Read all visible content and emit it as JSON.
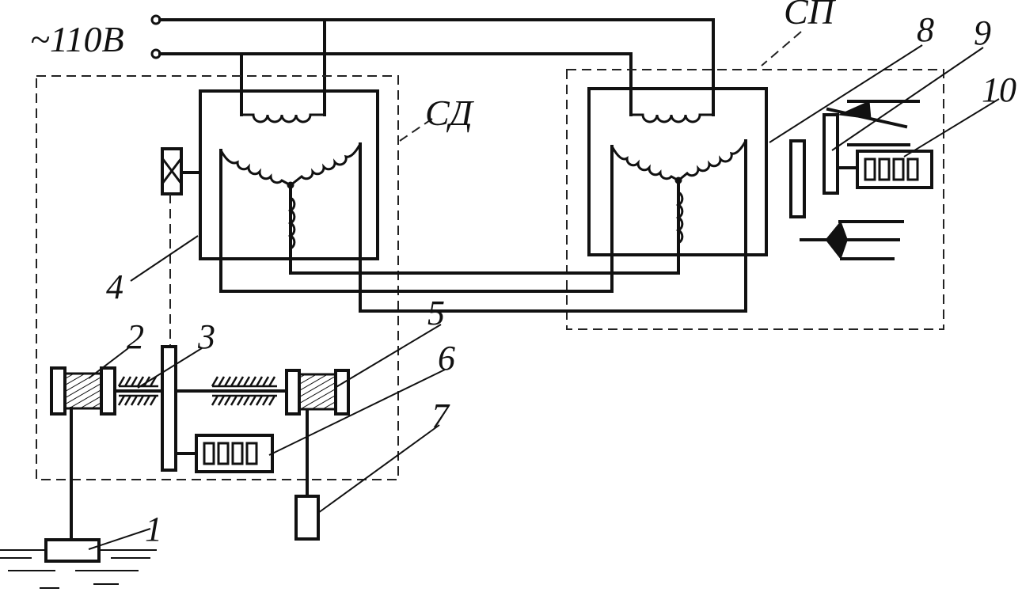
{
  "diagram": {
    "supply_label": "~110В",
    "sd_label": "СД",
    "sp_label": "СП",
    "callouts": {
      "n1": "1",
      "n2": "2",
      "n3": "3",
      "n4": "4",
      "n5": "5",
      "n6": "6",
      "n7": "7",
      "n8": "8",
      "n9": "9",
      "n10": "10"
    }
  }
}
